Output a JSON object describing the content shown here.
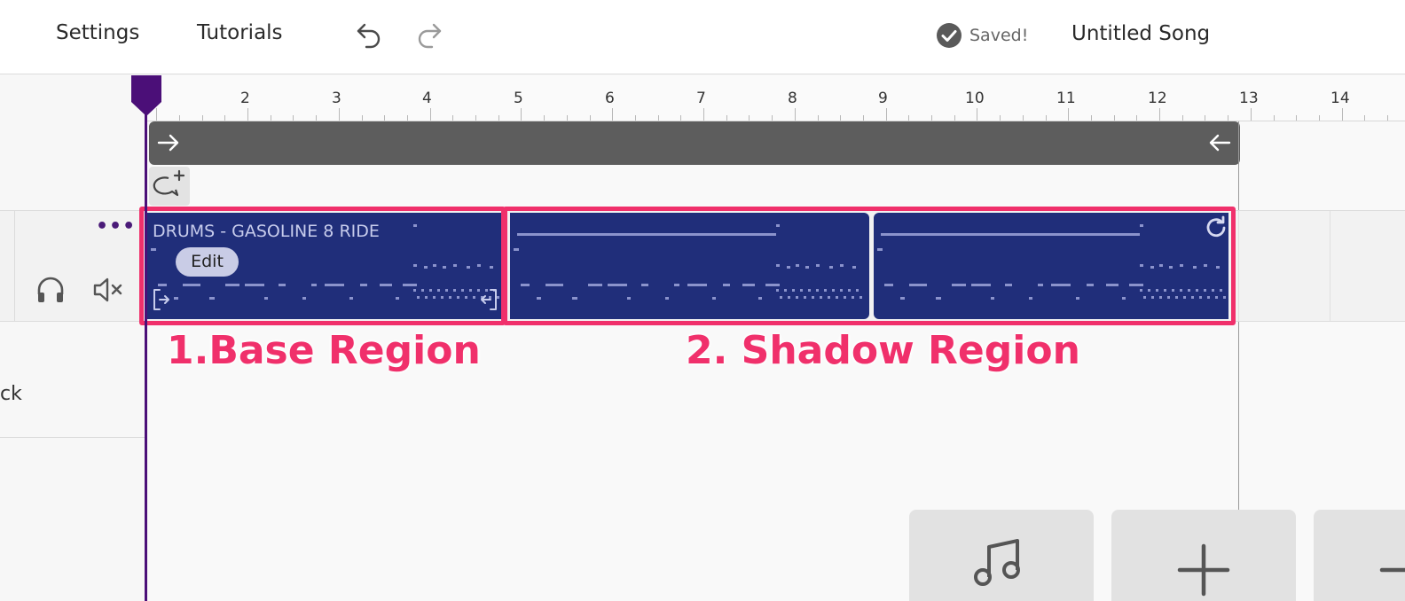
{
  "topbar": {
    "settings_label": "Settings",
    "tutorials_label": "Tutorials",
    "saved_label": "Saved!",
    "song_title": "Untitled Song"
  },
  "ruler": {
    "bar_numbers": [
      "2",
      "3",
      "4",
      "5",
      "6",
      "7",
      "8",
      "9",
      "10",
      "11",
      "12",
      "13",
      "14"
    ]
  },
  "track": {
    "partial_label": "ck",
    "region_name": "DRUMS - GASOLINE 8 RIDE",
    "edit_label": "Edit"
  },
  "annotations": {
    "base_label": "1.Base Region",
    "shadow_label": "2. Shadow Region"
  },
  "colors": {
    "region": "#202e7a",
    "annotation": "#f0306b",
    "playhead": "#4b0f78",
    "loop_bar": "#5d5d5d"
  },
  "icons": [
    "undo-icon",
    "redo-icon",
    "check-circle-icon",
    "more-dots-icon",
    "headphones-icon",
    "mute-icon",
    "arrow-right-icon",
    "arrow-left-icon",
    "comment-add-icon",
    "trim-left-icon",
    "trim-right-icon",
    "loop-icon",
    "music-note-icon",
    "plus-icon"
  ]
}
